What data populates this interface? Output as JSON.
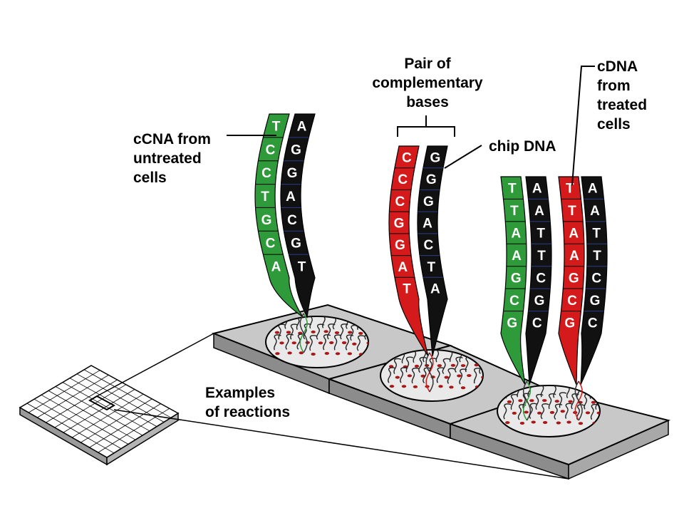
{
  "labels": {
    "untreated_line1": "cCNA from",
    "untreated_line2": "untreated",
    "untreated_line3": "cells",
    "pair_line1": "Pair of",
    "pair_line2": "complementary",
    "pair_line3": "bases",
    "chip_dna": "chip DNA",
    "treated_line1": "cDNA",
    "treated_line2": "from",
    "treated_line3": "treated",
    "treated_line4": "cells",
    "examples_line1": "Examples",
    "examples_line2": "of reactions"
  },
  "strands": [
    {
      "id": "untreated-green-strand",
      "color": "#2e9a3a",
      "bases": [
        "T",
        "C",
        "C",
        "T",
        "G",
        "C",
        "A"
      ]
    },
    {
      "id": "untreated-chip-strand",
      "color": "#111111",
      "bases": [
        "A",
        "G",
        "G",
        "A",
        "C",
        "G",
        "T"
      ]
    },
    {
      "id": "red-strand-1",
      "color": "#d41a1a",
      "bases": [
        "C",
        "C",
        "C",
        "G",
        "G",
        "A",
        "T"
      ]
    },
    {
      "id": "chip-strand-1",
      "color": "#111111",
      "bases": [
        "G",
        "G",
        "G",
        "A",
        "C",
        "T",
        "A"
      ]
    },
    {
      "id": "green-strand-2",
      "color": "#2e9a3a",
      "bases": [
        "T",
        "T",
        "A",
        "A",
        "G",
        "C",
        "G"
      ]
    },
    {
      "id": "chip-strand-2",
      "color": "#111111",
      "bases": [
        "A",
        "A",
        "T",
        "T",
        "C",
        "G",
        "C"
      ]
    },
    {
      "id": "red-strand-3",
      "color": "#d41a1a",
      "bases": [
        "T",
        "T",
        "A",
        "A",
        "G",
        "C",
        "G"
      ]
    },
    {
      "id": "chip-strand-3",
      "color": "#111111",
      "bases": [
        "A",
        "A",
        "T",
        "T",
        "C",
        "G",
        "C"
      ]
    }
  ],
  "colors": {
    "green": "#2e9a3a",
    "red": "#d41a1a",
    "black": "#111111",
    "chip_gray": "#c8c8c8",
    "dot_red": "#a81818"
  }
}
